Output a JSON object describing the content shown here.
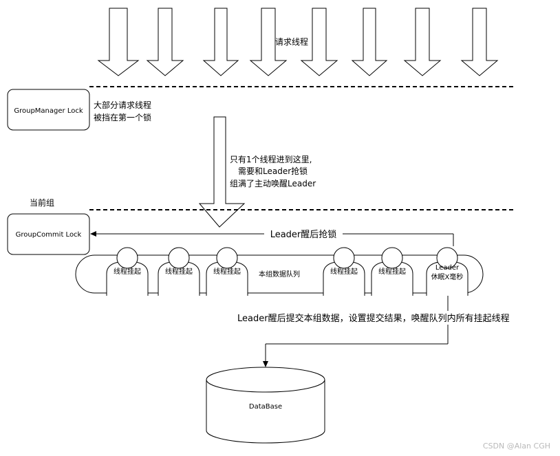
{
  "request_threads_label": "请求线程",
  "group_manager": {
    "box_label": "GroupManager Lock",
    "note_lines": [
      "大部分请求线程",
      "被挡在第一个锁"
    ]
  },
  "pass_note_lines": [
    "只有1个线程进到这里,",
    "需要和Leader抢锁",
    "组满了主动唤醒Leader"
  ],
  "current_group_label": "当前组",
  "group_commit": {
    "box_label": "GroupCommit Lock",
    "leader_grab_label": "Leader醒后抢锁"
  },
  "queue": {
    "label": "本组数据队列",
    "threads": [
      "线程挂起",
      "线程挂起",
      "线程挂起",
      "线程挂起",
      "线程挂起"
    ],
    "leader_lines": [
      "Leader",
      "休眠X毫秒"
    ]
  },
  "commit_note": "Leader醒后提交本组数据，设置提交结果，唤醒队列内所有挂起线程",
  "database_label": "DataBase",
  "watermark": "CSDN @Alan CGH"
}
